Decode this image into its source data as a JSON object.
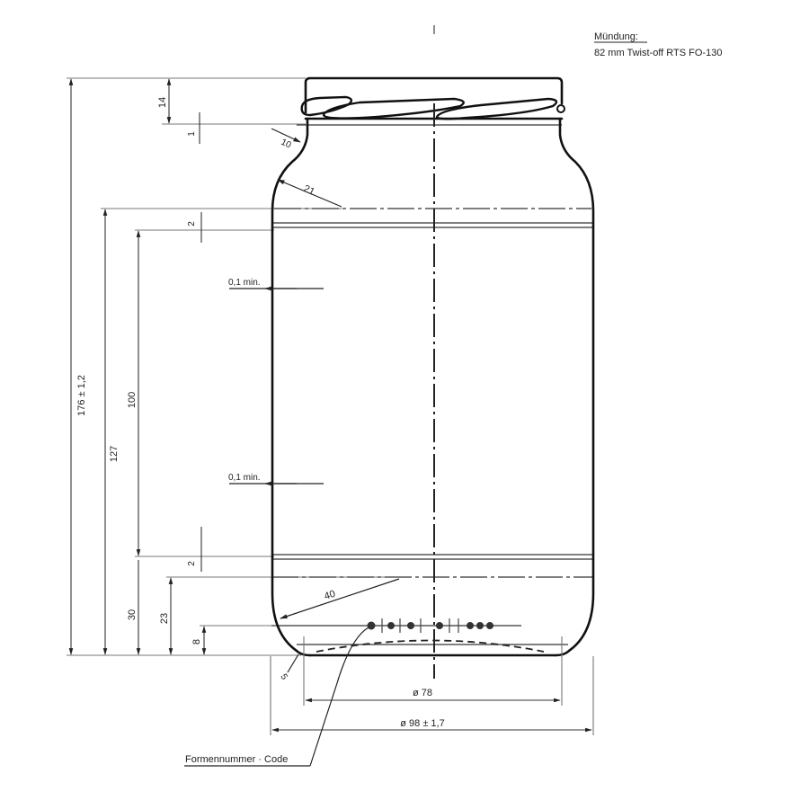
{
  "finish": {
    "title": "Mündung:",
    "spec": "82 mm Twist-off RTS FO-130"
  },
  "dimensions": {
    "overall_height": "176 ± 1,2",
    "label_panel_outer": "127",
    "label_panel": "100",
    "finish_height": "14",
    "neck_step": "1",
    "band_top": "2",
    "band_bottom": "2",
    "heel_height": "30",
    "heel_radius_start": "23",
    "code_height": "8",
    "shoulder_radius_small": "10",
    "shoulder_radius": "21",
    "heel_radius": "40",
    "base_radius": "5",
    "panel_tolerance_top": "0,1 min.",
    "panel_tolerance_bottom": "0,1 min.",
    "base_diameter": "ø 78",
    "body_diameter": "ø 98 ± 1,7"
  },
  "callouts": {
    "mold_code": "Formennummer · Code"
  },
  "colors": {
    "line": "#111111",
    "dimension": "#333333",
    "background": "#ffffff"
  }
}
